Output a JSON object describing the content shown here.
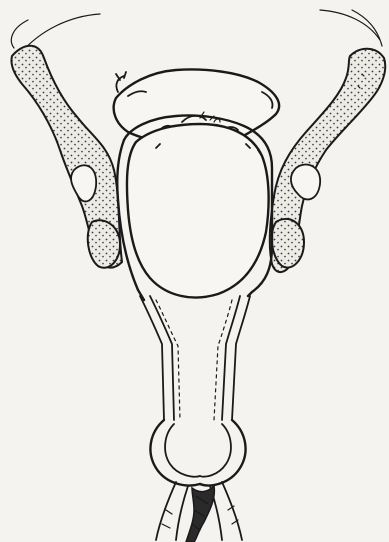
{
  "figure": {
    "background": "#f4f3ef",
    "ink": "#1a1a1a",
    "stipple_color": "#3a3a3a",
    "structures": [
      "left-pelvic-bone",
      "right-pelvic-bone",
      "fetal-head",
      "forceps-blade",
      "forceps-handles"
    ]
  }
}
